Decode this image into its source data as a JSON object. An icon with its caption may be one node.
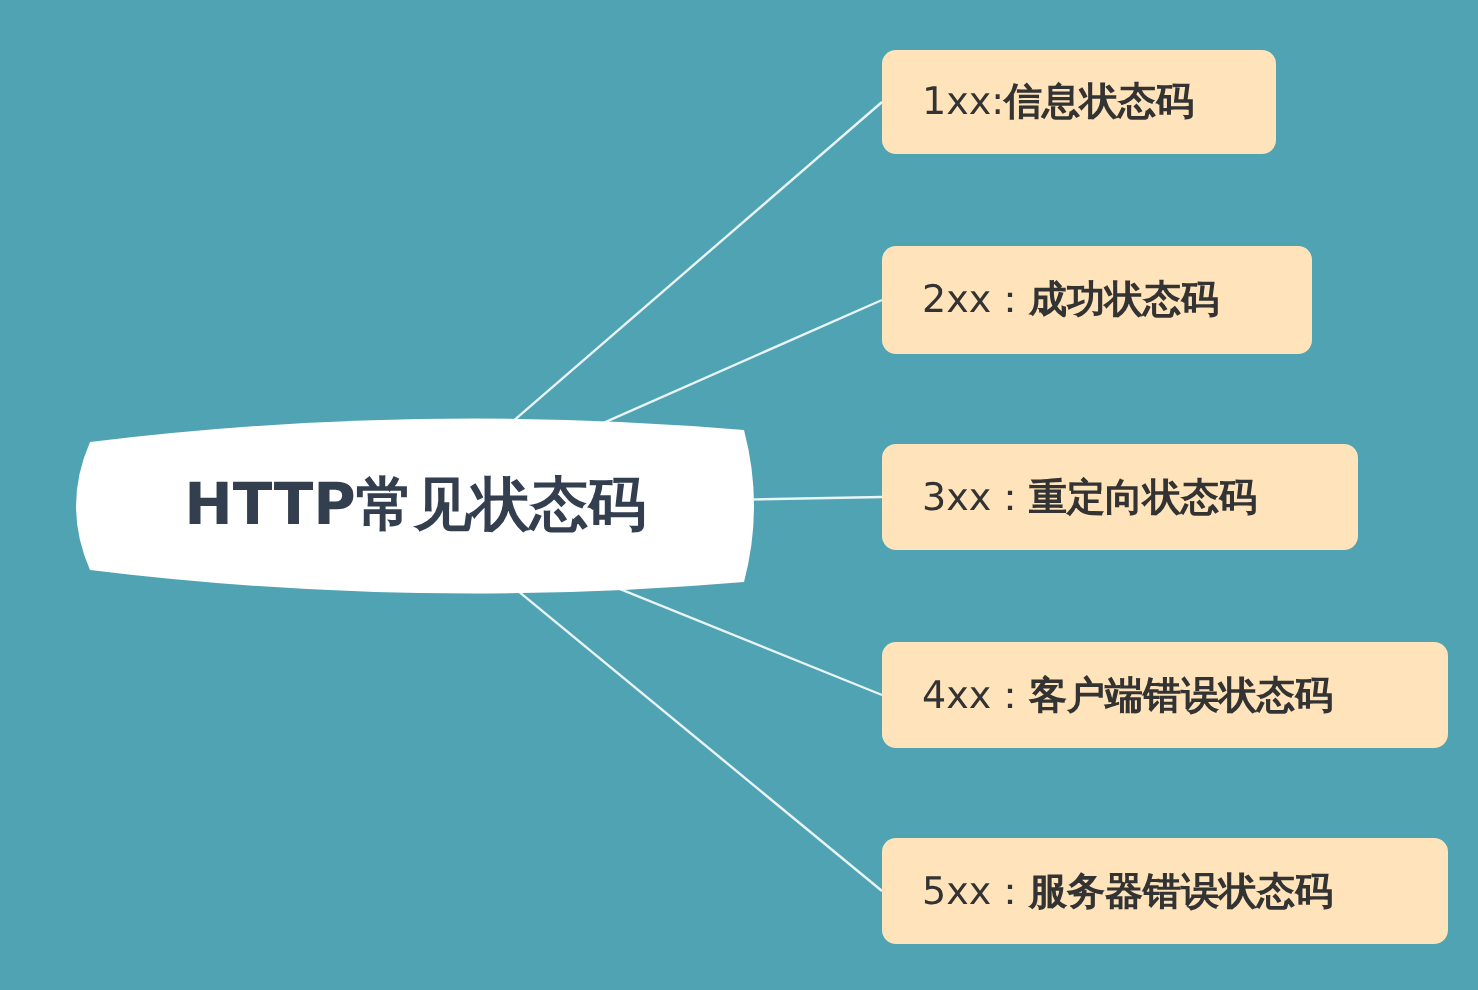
{
  "diagram": {
    "nodes": [
      {
        "text": [
          "HTTP常见状态码"
        ]
      },
      {
        "text": [
          "1xx:**信息状态码**"
        ]
      },
      {
        "text": [
          "2xx：**成功状态码**"
        ]
      },
      {
        "text": [
          "3xx：**重定向状态码**"
        ]
      },
      {
        "text": [
          "4xx：**客户端错误状态码**"
        ]
      },
      {
        "text": [
          "5xx：**服务器错误状态码**"
        ]
      }
    ],
    "edges": [
      {
        "from": 0,
        "to": 1,
        "arrow": "none"
      },
      {
        "from": 0,
        "to": 2,
        "arrow": "none"
      },
      {
        "from": 0,
        "to": 3,
        "arrow": "none"
      },
      {
        "from": 0,
        "to": 4,
        "arrow": "none"
      },
      {
        "from": 0,
        "to": 5,
        "arrow": "none"
      }
    ]
  }
}
